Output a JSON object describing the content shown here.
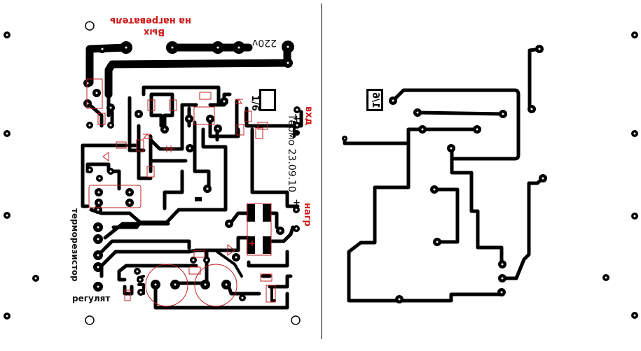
{
  "document": {
    "type": "PCB layout",
    "colors": {
      "copper": "#000000",
      "silkscreen": "#cc2020",
      "background": "#ffffff"
    }
  },
  "left_board": {
    "labels": {
      "output_heater_line1": "Вых",
      "output_heater_line2": "на нагреватель",
      "voltage": "220v",
      "sensor_input": "вхд",
      "title_date": "Термо 23.09.10",
      "load": "нагр",
      "thermistor": "терморезистор",
      "regulator": "регулят",
      "board_mark": "1/6",
      "plus_sign_in": "+",
      "plus_sign_load": "+",
      "cap_plus": "+"
    }
  },
  "right_board": {
    "labels": {
      "board_mark": "1/6"
    }
  }
}
